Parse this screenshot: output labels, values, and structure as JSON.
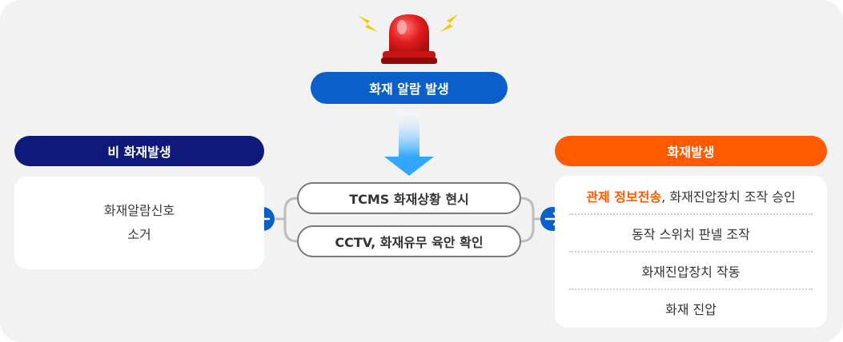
{
  "alarm": {
    "label": "화재 알람 발생"
  },
  "non_fire": {
    "label": "비 화재발생",
    "lines": [
      "화재알람신호",
      "소거"
    ]
  },
  "fire": {
    "label": "화재발생",
    "steps": [
      {
        "highlight": "관제 정보전송",
        "rest": ", 화재진압장치 조작 승인"
      },
      {
        "text": "동작 스위치 판넬 조작"
      },
      {
        "text": "화재진압장치 작동"
      },
      {
        "text": "화재 진압"
      }
    ]
  },
  "checks": [
    "TCMS 화재상황 현시",
    "CCTV, 화재유무 육안 확인"
  ],
  "colors": {
    "alarm_blue": "#0a5fc8",
    "navy": "#0d1a7c",
    "orange": "#ff5a00",
    "arrow_blue": "#33a6ff"
  },
  "icons": {
    "siren": "siren-icon",
    "left_arrow": "arrow-left-circle-icon",
    "right_arrow": "arrow-right-circle-icon",
    "down_arrow": "arrow-down-icon"
  }
}
